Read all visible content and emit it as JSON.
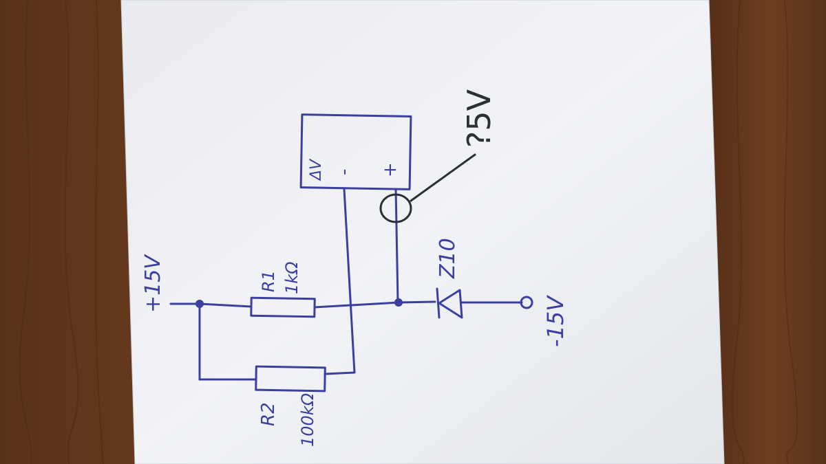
{
  "photo": {
    "table_color": "#6b3f24",
    "paper_color": "#eef0f3",
    "ink_color": "#3b3fa0",
    "pencil_color": "#2d2f36"
  },
  "schematic": {
    "supply_positive": "+15V",
    "supply_negative": "-15V",
    "resistor_1": {
      "name": "R1",
      "value": "1kΩ"
    },
    "resistor_2": {
      "name": "R2",
      "value": "100kΩ"
    },
    "diode": {
      "name": "Z10"
    },
    "meter": {
      "label": "ΔV",
      "minus": "-",
      "plus": "+"
    },
    "question": "?5V"
  }
}
